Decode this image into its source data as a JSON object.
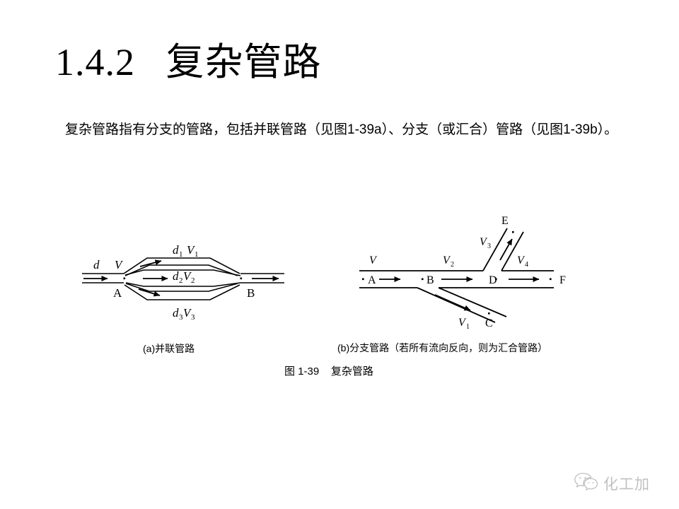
{
  "slide": {
    "title": "1.4.2   复杂管路",
    "body_text": "复杂管路指有分支的管路，包括并联管路（见图1-39a）、分支（或汇合）管路（见图1-39b）。",
    "background_color": "#ffffff",
    "ink_color": "#000000"
  },
  "figure": {
    "caption_number": "图 1-39",
    "caption_title": "复杂管路",
    "caption_full": "图 1-39    复杂管路",
    "sub_captions": {
      "a": "(a)并联管路",
      "b": "(b)分支管路（若所有流向反向，则为汇合管路）"
    },
    "diagram_a": {
      "name": "parallel-pipe-network",
      "inlet_labels": {
        "diameter": "d",
        "flow": "V"
      },
      "node_labels": {
        "split": "A",
        "merge": "B"
      },
      "branches": [
        {
          "id": "branch-1",
          "diameter": "d",
          "diameter_sub": "1",
          "flow": "V",
          "flow_sub": "1",
          "label": "d1 V1"
        },
        {
          "id": "branch-2",
          "diameter": "d",
          "diameter_sub": "2",
          "flow": "V",
          "flow_sub": "2",
          "label": "d2V2"
        },
        {
          "id": "branch-3",
          "diameter": "d",
          "diameter_sub": "3",
          "flow": "V",
          "flow_sub": "3",
          "label": "d3V3"
        }
      ],
      "branch_count": 3,
      "flow_direction": "left-to-right"
    },
    "diagram_b": {
      "name": "branching-pipe-network",
      "node_labels": [
        "A",
        "B",
        "D",
        "F",
        "E",
        "C"
      ],
      "segment_labels": [
        {
          "id": "segment-main-in",
          "label": "V",
          "sub": "",
          "between": "A-B"
        },
        {
          "id": "segment-mid",
          "label": "V",
          "sub": "2",
          "between": "B-D"
        },
        {
          "id": "segment-main-out",
          "label": "V",
          "sub": "4",
          "between": "D-F"
        },
        {
          "id": "segment-branch-up",
          "label": "V",
          "sub": "3",
          "between": "D-E"
        },
        {
          "id": "segment-branch-down",
          "label": "V",
          "sub": "1",
          "between": "B-C"
        }
      ],
      "flow_direction": "left-to-right with branches",
      "note": "若所有流向反向，则为汇合管路"
    }
  },
  "watermark": {
    "text": "化工加",
    "icon": "wechat-logo",
    "color": "#8d8d8d"
  }
}
